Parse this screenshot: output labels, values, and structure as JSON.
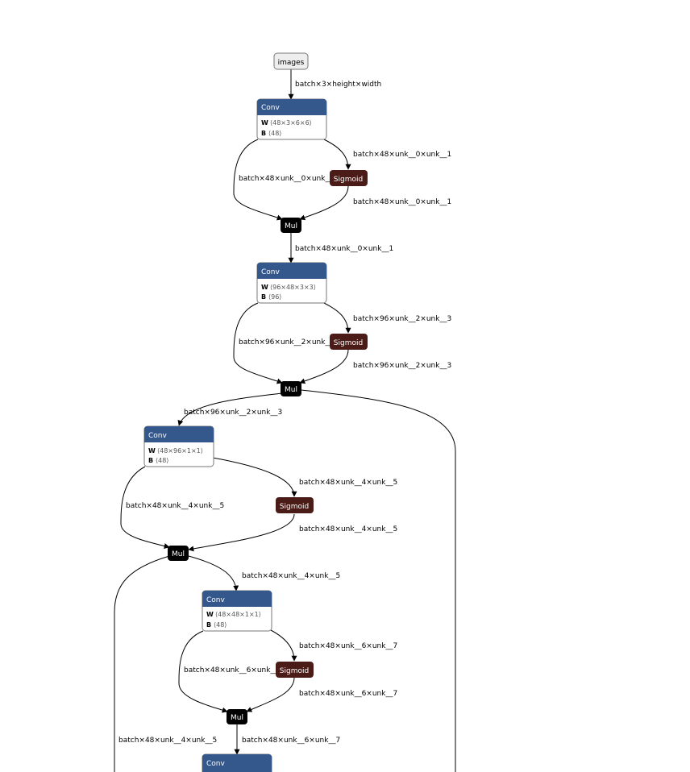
{
  "graph": {
    "input": {
      "label": "images"
    },
    "edge_labels": {
      "e_images_conv1": "batch×3×height×width",
      "e1_sig_in": "batch×48×unk__0×unk__1",
      "e1_skip": "batch×48×unk__0×unk__1",
      "e1_sig_out": "batch×48×unk__0×unk__1",
      "e1_out": "batch×48×unk__0×unk__1",
      "e2_sig_in": "batch×96×unk__2×unk__3",
      "e2_skip": "batch×96×unk__2×unk__3",
      "e2_sig_out": "batch×96×unk__2×unk__3",
      "e2_out": "batch×96×unk__2×unk__3",
      "e3_sig_in": "batch×48×unk__4×unk__5",
      "e3_skip": "batch×48×unk__4×unk__5",
      "e3_sig_out": "batch×48×unk__4×unk__5",
      "e3_out": "batch×48×unk__4×unk__5",
      "e4_sig_in": "batch×48×unk__6×unk__7",
      "e4_skip": "batch×48×unk__6×unk__7",
      "e4_sig_out": "batch×48×unk__6×unk__7",
      "e4_out": "batch×48×unk__6×unk__7",
      "e3_long": "batch×48×unk__4×unk__5"
    },
    "conv_nodes": [
      {
        "title": "Conv",
        "w_key": "W",
        "w_val": "⟨48×3×6×6⟩",
        "b_key": "B",
        "b_val": "⟨48⟩"
      },
      {
        "title": "Conv",
        "w_key": "W",
        "w_val": "⟨96×48×3×3⟩",
        "b_key": "B",
        "b_val": "⟨96⟩"
      },
      {
        "title": "Conv",
        "w_key": "W",
        "w_val": "⟨48×96×1×1⟩",
        "b_key": "B",
        "b_val": "⟨48⟩"
      },
      {
        "title": "Conv",
        "w_key": "W",
        "w_val": "⟨48×48×1×1⟩",
        "b_key": "B",
        "b_val": "⟨48⟩"
      },
      {
        "title": "Conv"
      }
    ],
    "sigmoid_label": "Sigmoid",
    "mul_label": "Mul"
  },
  "colors": {
    "conv_header": "#34578c",
    "sigmoid": "#4a1b17",
    "mul": "#000000",
    "input_fill": "#eeeeee",
    "edge": "#000000"
  }
}
